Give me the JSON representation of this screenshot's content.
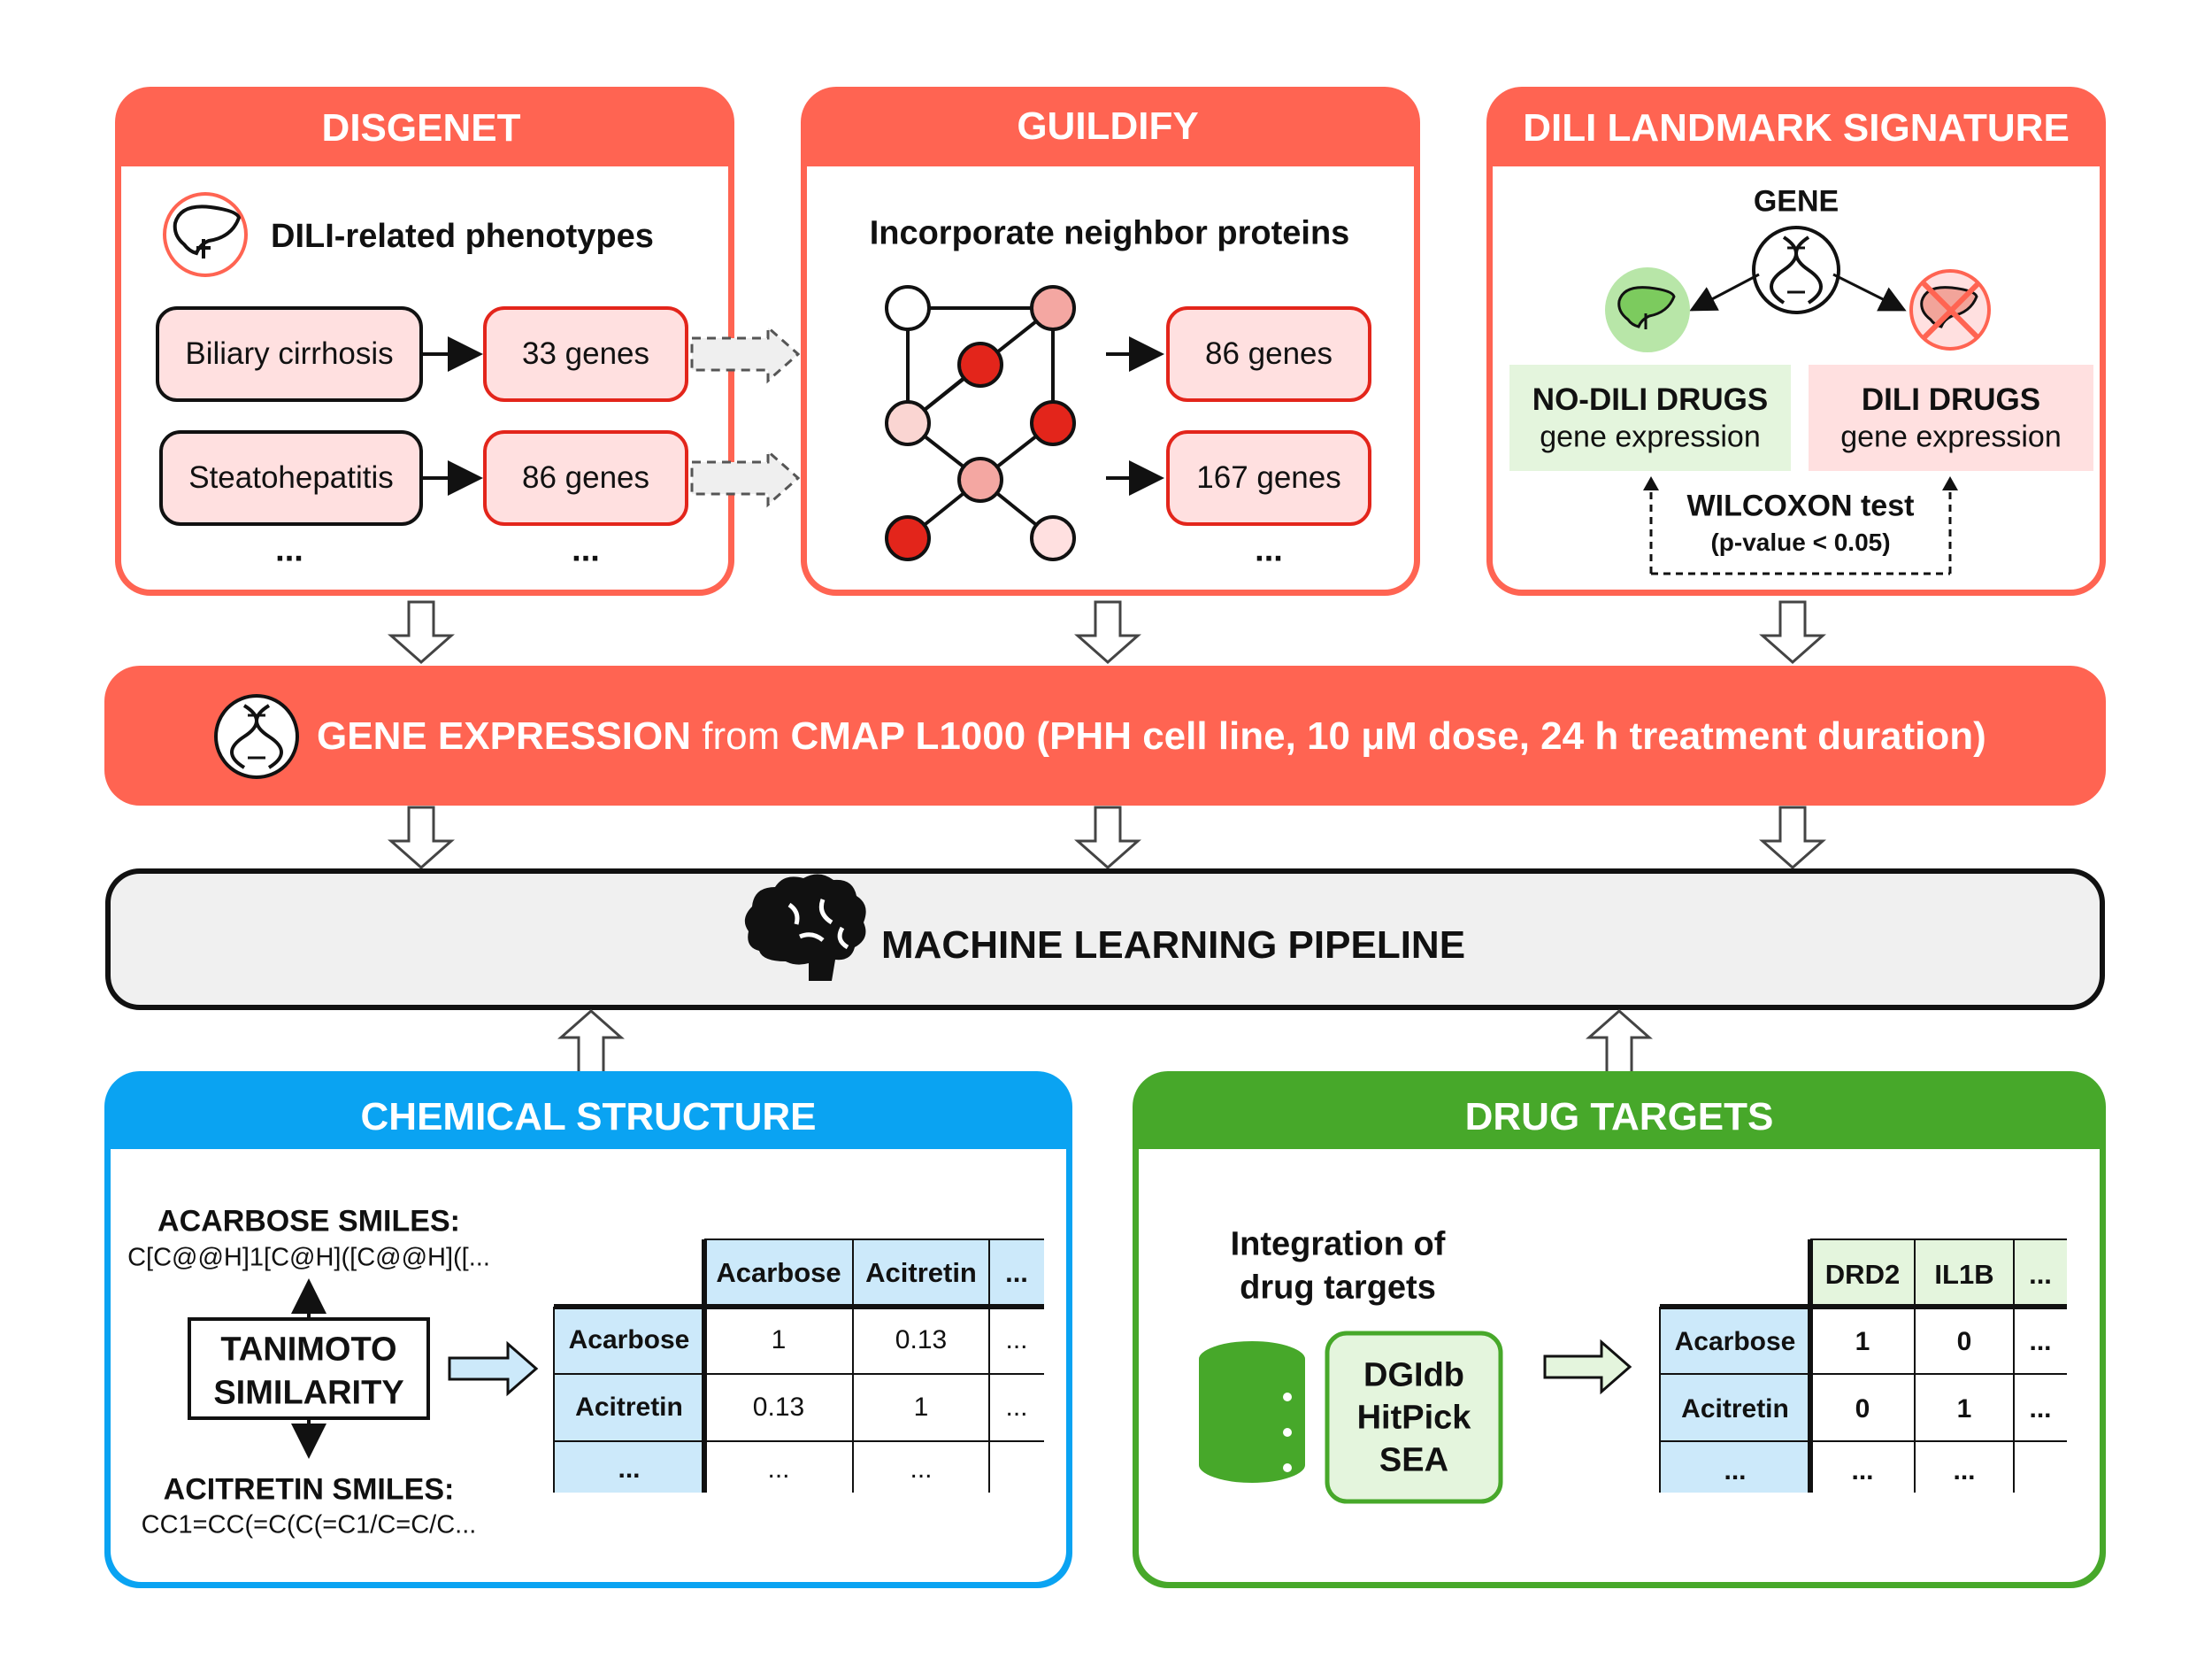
{
  "colors": {
    "red": "#FF6452",
    "red_dark": "#E3251B",
    "pink": "#FFE0E0",
    "blue": "#0AA3F2",
    "light_blue": "#CCE9FA",
    "green": "#47A82A",
    "light_green": "#E4F5DD",
    "pipeline_bg": "#F0F0F0"
  },
  "disgenet": {
    "title": "DISGENET",
    "subtitle": "DILI-related phenotypes",
    "icon": "liver-icon",
    "rows": [
      {
        "phenotype": "Biliary cirrhosis",
        "genes": "33 genes"
      },
      {
        "phenotype": "Steatohepatitis",
        "genes": "86 genes"
      }
    ],
    "ellipsis_left": "...",
    "ellipsis_right": "..."
  },
  "guildify": {
    "title": "GUILDIFY",
    "subtitle": "Incorporate neighbor proteins",
    "genes": [
      "86 genes",
      "167 genes"
    ],
    "ellipsis": "...",
    "icon": "protein-network-icon"
  },
  "dili_landmark": {
    "title": "DILI LANDMARK SIGNATURE",
    "gene_label": "GENE",
    "no_dili_title": "NO-DILI DRUGS",
    "no_dili_sub": "gene expression",
    "dili_title": "DILI DRUGS",
    "dili_sub": "gene expression",
    "test_title": "WILCOXON test",
    "test_sub": "(p-value < 0.05)",
    "icons": [
      "dna-icon",
      "healthy-liver-icon",
      "damaged-liver-icon"
    ]
  },
  "gene_expression": {
    "bold_part": "GENE EXPRESSION",
    "from": " from ",
    "source": "CMAP L1000 (PHH cell line, 10 μM dose, 24 h treatment duration)",
    "icon": "dna-icon"
  },
  "pipeline": {
    "title": "MACHINE LEARNING PIPELINE",
    "icon": "brain-icon"
  },
  "chemical_structure": {
    "title": "CHEMICAL STRUCTURE",
    "acarbose_label": "ACARBOSE SMILES:",
    "acarbose_smiles": "C[C@@H]1[C@H]([C@@H]([...",
    "method_line1": "TANIMOTO",
    "method_line2": "SIMILARITY",
    "acitretin_label": "ACITRETIN SMILES:",
    "acitretin_smiles": "CC1=CC(=C(C(=C1/C=C/C...",
    "table": {
      "headers": [
        "Acarbose",
        "Acitretin",
        "..."
      ],
      "rows": [
        {
          "label": "Acarbose",
          "cells": [
            "1",
            "0.13",
            "..."
          ]
        },
        {
          "label": "Acitretin",
          "cells": [
            "0.13",
            "1",
            "..."
          ]
        },
        {
          "label": "...",
          "cells": [
            "...",
            "...",
            ""
          ]
        }
      ]
    }
  },
  "drug_targets": {
    "title": "DRUG TARGETS",
    "subtitle_line1": "Integration of",
    "subtitle_line2": "drug targets",
    "sources": [
      "DGIdb",
      "HitPick",
      "SEA"
    ],
    "icon": "database-icon",
    "table": {
      "headers": [
        "DRD2",
        "IL1B",
        "..."
      ],
      "rows": [
        {
          "label": "Acarbose",
          "cells": [
            "1",
            "0",
            "..."
          ]
        },
        {
          "label": "Acitretin",
          "cells": [
            "0",
            "1",
            "..."
          ]
        },
        {
          "label": "...",
          "cells": [
            "...",
            "...",
            ""
          ]
        }
      ]
    }
  }
}
